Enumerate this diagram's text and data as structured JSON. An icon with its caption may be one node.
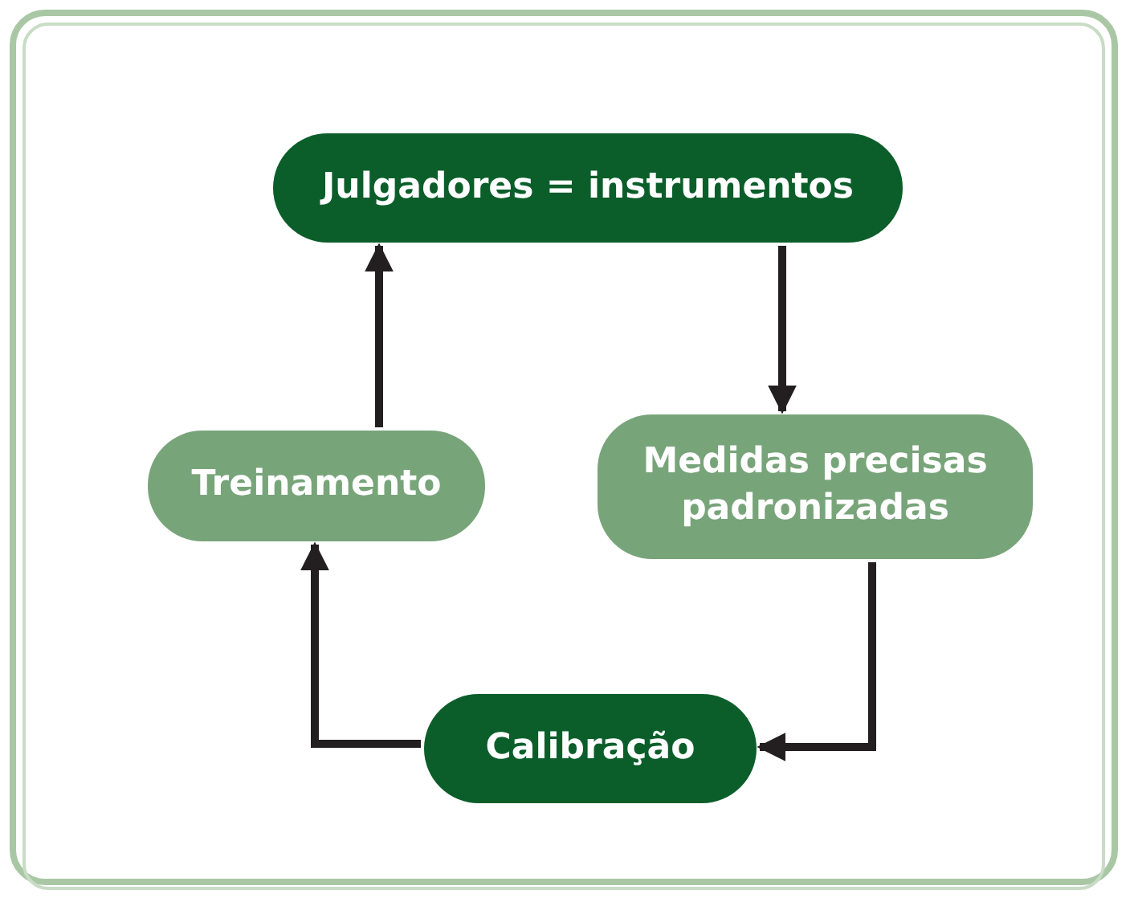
{
  "diagram": {
    "nodes": [
      {
        "text": [
          "Julgadores = instrumentos"
        ]
      },
      {
        "text": [
          "Medidas precisas padronizadas"
        ]
      },
      {
        "text": [
          "Calibração"
        ]
      },
      {
        "text": [
          "Treinamento"
        ]
      }
    ],
    "edges": [
      {
        "from": 3,
        "to": 0,
        "arrow": "to"
      },
      {
        "from": 0,
        "to": 1,
        "arrow": "to"
      },
      {
        "from": 1,
        "to": 2,
        "arrow": "to"
      },
      {
        "from": 2,
        "to": 3,
        "arrow": "to"
      }
    ]
  }
}
